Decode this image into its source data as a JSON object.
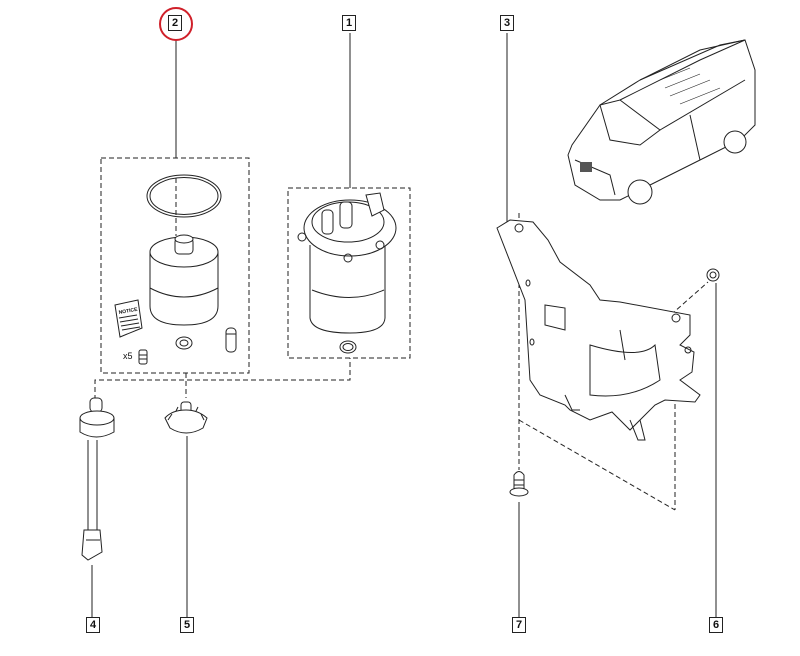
{
  "diagram": {
    "type": "exploded-parts-diagram",
    "highlight_color": "#d0202a",
    "line_color": "#222222",
    "highlighted_callout": "2",
    "callouts": [
      {
        "id": "1",
        "label": "1",
        "part": "fuel-filter-housing-assembly"
      },
      {
        "id": "2",
        "label": "2",
        "part": "fuel-filter-element-kit"
      },
      {
        "id": "3",
        "label": "3",
        "part": "filter-mounting-bracket"
      },
      {
        "id": "4",
        "label": "4",
        "part": "water-in-fuel-sensor"
      },
      {
        "id": "5",
        "label": "5",
        "part": "drain-plug"
      },
      {
        "id": "6",
        "label": "6",
        "part": "nut"
      },
      {
        "id": "7",
        "label": "7",
        "part": "bolt"
      }
    ],
    "kit_contents": {
      "notice_text": "NOTICE",
      "quantity_label": "x5"
    },
    "vehicle": "van-locator-illustration"
  }
}
